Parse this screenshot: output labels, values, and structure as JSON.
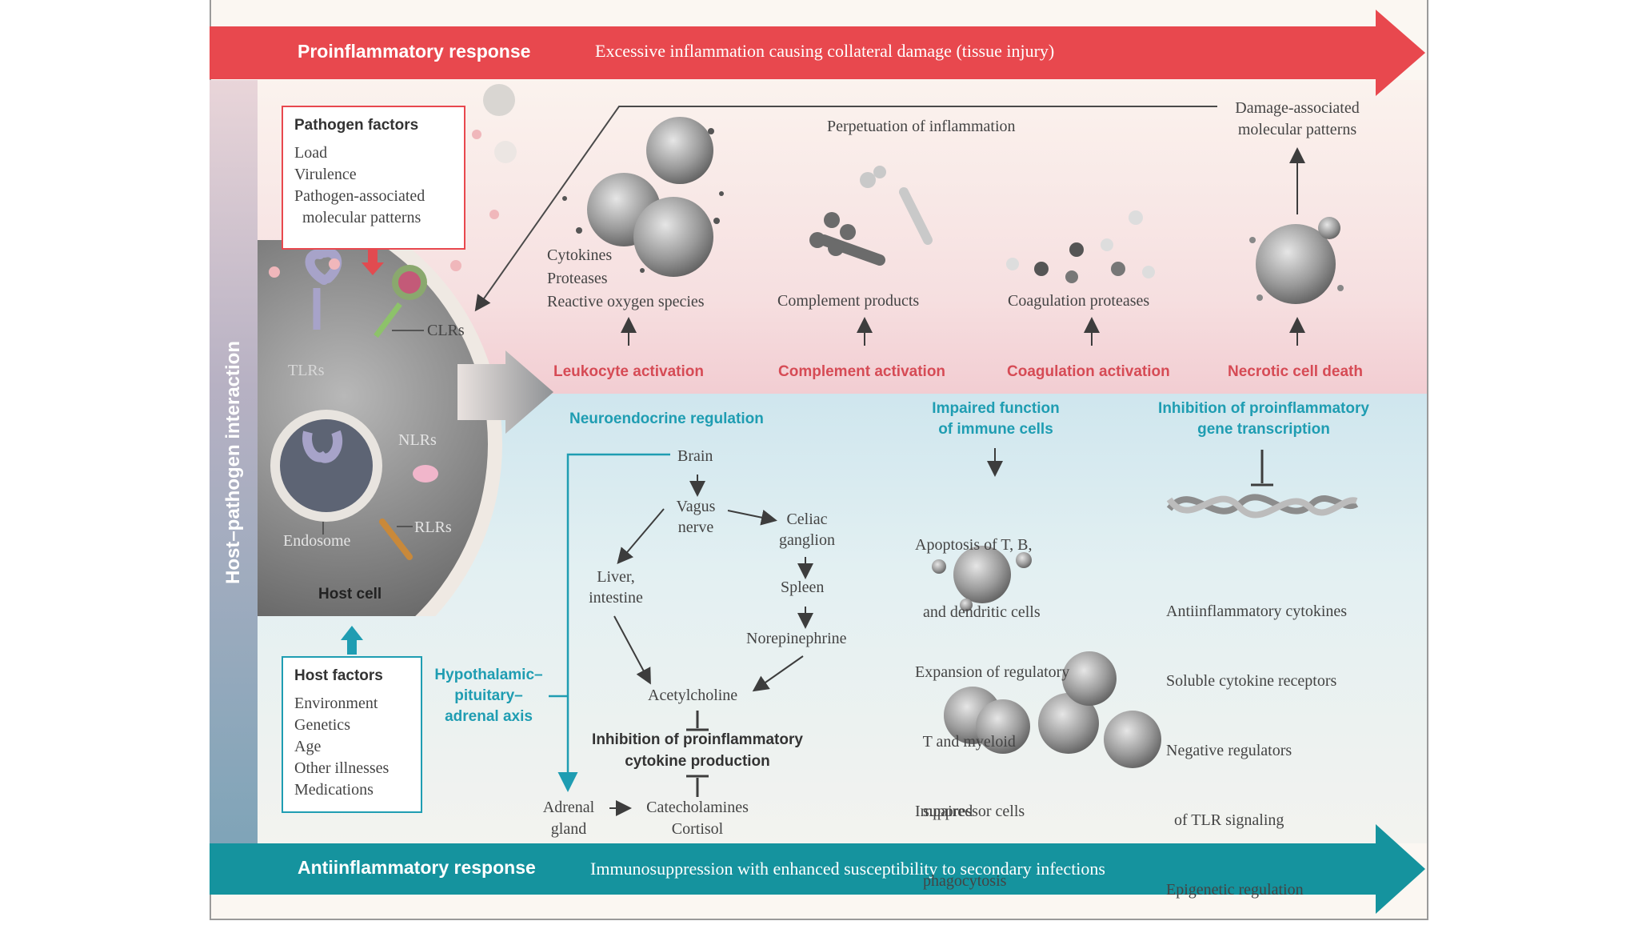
{
  "banners": {
    "top": {
      "title": "Proinflammatory response",
      "desc": "Excessive inflammation causing collateral damage (tissue injury)",
      "color": "#e8484e"
    },
    "bottom": {
      "title": "Antiinflammatory response",
      "desc": "Immunosuppression with enhanced susceptibility to secondary infections",
      "color": "#15939e"
    }
  },
  "side_label": "Host–pathogen interaction",
  "pathogen_factors": {
    "title": "Pathogen factors",
    "items": [
      "Load",
      "Virulence",
      "Pathogen-associated",
      "  molecular patterns"
    ]
  },
  "host_factors": {
    "title": "Host factors",
    "items": [
      "Environment",
      "Genetics",
      "Age",
      "Other illnesses",
      "Medications"
    ]
  },
  "host_cell": {
    "tlrs": "TLRs",
    "clrs": "CLRs",
    "nlrs": "NLRs",
    "rlrs": "RLRs",
    "endosome": "Endosome",
    "label": "Host cell"
  },
  "pro": {
    "perpetuation": "Perpetuation of inflammation",
    "damp": [
      "Damage-associated",
      "molecular patterns"
    ],
    "leukocyte_products": [
      "Cytokines",
      "Proteases",
      "Reactive oxygen species"
    ],
    "complement_products": "Complement products",
    "coagulation_proteases": "Coagulation proteases",
    "activations": [
      "Leukocyte activation",
      "Complement activation",
      "Coagulation activation",
      "Necrotic cell death"
    ]
  },
  "anti": {
    "neuro_title": "Neuroendocrine regulation",
    "brain": "Brain",
    "vagus": [
      "Vagus",
      "nerve"
    ],
    "celiac": [
      "Celiac",
      "ganglion"
    ],
    "liver": [
      "Liver,",
      "intestine"
    ],
    "spleen": "Spleen",
    "norepinephrine": "Norepinephrine",
    "acetylcholine": "Acetylcholine",
    "inhibition_cytokine": [
      "Inhibition of proinflammatory",
      "cytokine production"
    ],
    "hpa": [
      "Hypothalamic–",
      "pituitary–",
      "adrenal axis"
    ],
    "adrenal": [
      "Adrenal",
      "gland"
    ],
    "catecholamines": [
      "Catecholamines",
      "Cortisol"
    ],
    "impaired_title": [
      "Impaired function",
      "of immune cells"
    ],
    "apoptosis": [
      "Apoptosis of T, B,",
      "  and dendritic cells"
    ],
    "expansion": [
      "Expansion of regulatory",
      "  T and myeloid",
      "  suppressor cells"
    ],
    "phagocytosis": [
      "Impaired",
      "  phagocytosis"
    ],
    "inhibition_gene_title": [
      "Inhibition of proinflammatory",
      "gene transcription"
    ],
    "gene_items": [
      "Antiinflammatory cytokines",
      "Soluble cytokine receptors",
      "Negative regulators",
      "  of TLR signaling",
      "Epigenetic regulation"
    ]
  }
}
